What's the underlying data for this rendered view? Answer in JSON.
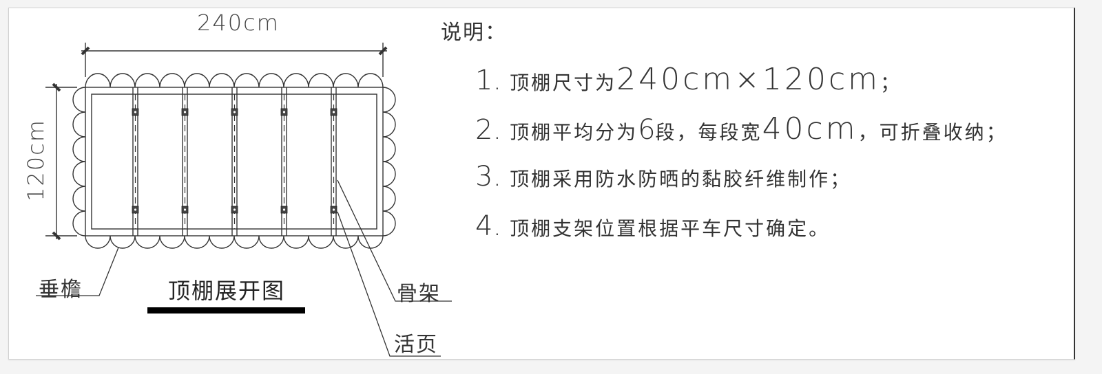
{
  "drawing": {
    "title": "顶棚展开图",
    "dimensions": {
      "width_label": "240cm",
      "height_label": "120cm"
    },
    "callouts": {
      "eave": "垂檐",
      "frame": "骨架",
      "hinge": "活页"
    },
    "segments": 6,
    "segment_width_cm": 40,
    "ribs": 5
  },
  "notes": {
    "title": "说明：",
    "items": [
      {
        "num": "1.",
        "text_a": "顶棚尺寸为",
        "big": "240cm×120cm",
        "text_b": "；"
      },
      {
        "num": "2.",
        "text_a": "顶棚平均分为",
        "big_a": "6",
        "text_mid": "段，每段宽",
        "big": "40cm",
        "text_b": "，可折叠收纳；"
      },
      {
        "num": "3.",
        "text_a": "顶棚采用防水防晒的黏胶纤维制作；"
      },
      {
        "num": "4.",
        "text_a": "顶棚支架位置根据平车尺寸确定。"
      }
    ]
  },
  "colors": {
    "line": "#333333",
    "frame_border": "#d0d0d0",
    "background": "#ffffff"
  }
}
